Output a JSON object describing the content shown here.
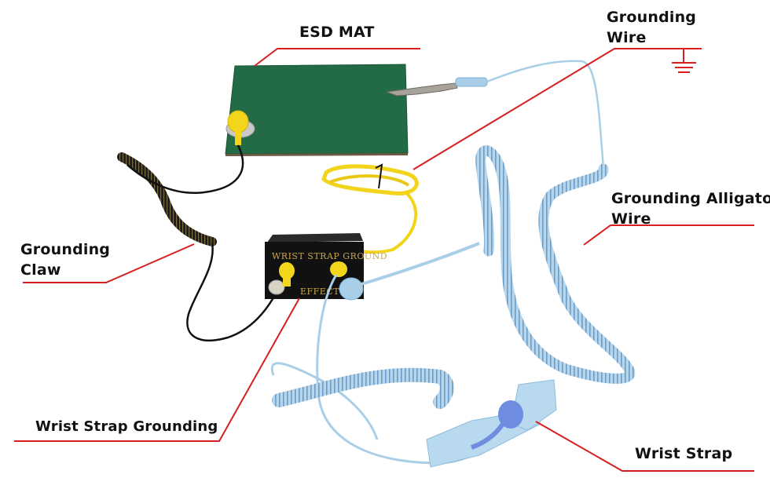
{
  "diagram": {
    "subject": "ESD grounding kit",
    "colors": {
      "leader_line": "#d81e1e",
      "mat_green": "#226b45",
      "yellow_wire": "#f2d41a",
      "black_coil": "#1a1a1a",
      "blue_coil": "#a9cfe8",
      "box_black": "#111111"
    },
    "labels": {
      "esd_mat": {
        "text": "ESD MAT"
      },
      "grounding_wire": {
        "line1": "Grounding",
        "line2": "Wire"
      },
      "grounding_alligator_wire": {
        "line1": "Grounding Alligator",
        "line2": "Wire"
      },
      "grounding_claw": {
        "line1": "Grounding",
        "line2": "Claw"
      },
      "wrist_strap_grounding": {
        "text": "Wrist Strap Grounding"
      },
      "wrist_strap": {
        "text": "Wrist Strap"
      }
    },
    "ground_symbol": "earth-ground-icon",
    "box_printed_text": {
      "top": "WRIST STRAP GROUND",
      "bottom": "EFFECT"
    }
  }
}
